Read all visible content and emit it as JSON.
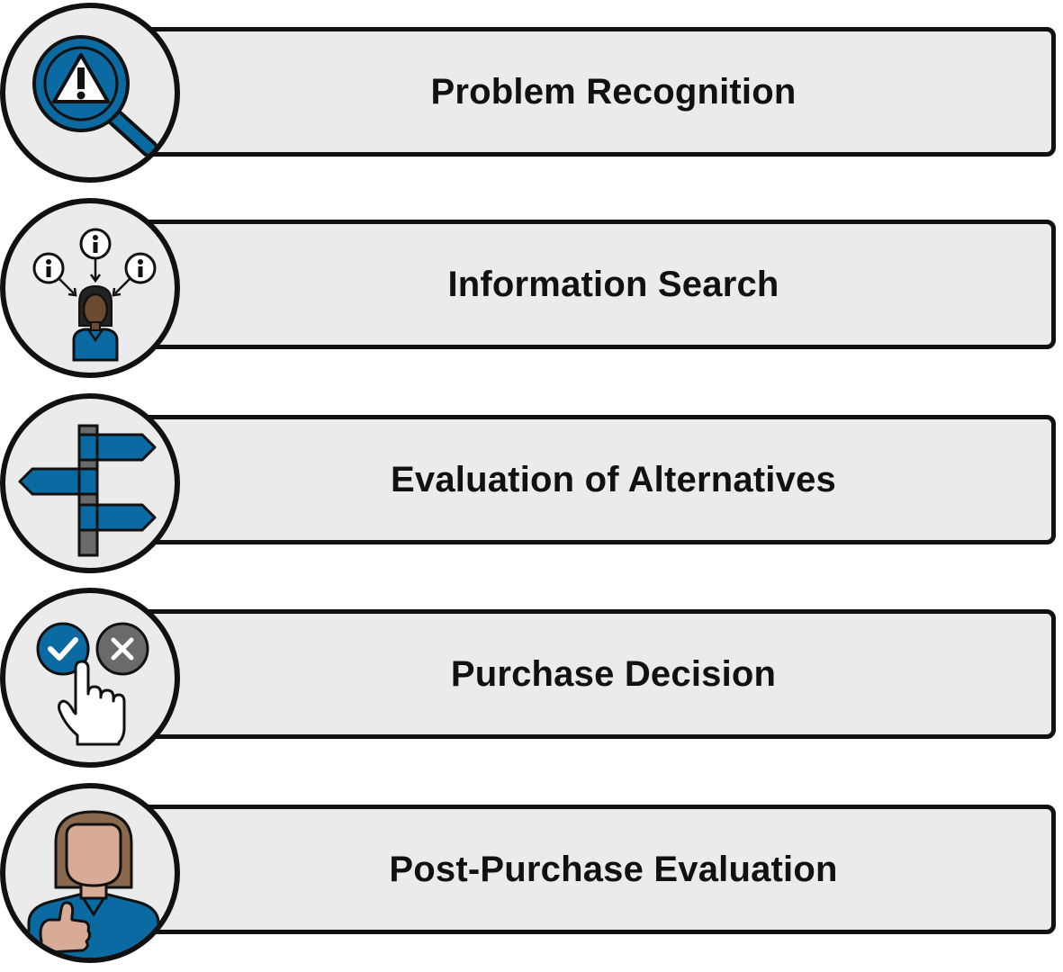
{
  "steps": [
    {
      "label": "Problem Recognition",
      "icon": "magnifier-warning-icon"
    },
    {
      "label": "Information Search",
      "icon": "person-information-icon"
    },
    {
      "label": "Evaluation of Alternatives",
      "icon": "signpost-icon"
    },
    {
      "label": "Purchase Decision",
      "icon": "accept-reject-hand-icon"
    },
    {
      "label": "Post-Purchase Evaluation",
      "icon": "thumbs-up-person-icon"
    }
  ],
  "colors": {
    "accent_blue": "#0a6aa1",
    "bar_fill": "#ebebeb",
    "outline": "#111111",
    "gray_button": "#6a6a6a",
    "skin_dark": "#6b4a32",
    "skin_light": "#d7ab95",
    "hair_brown": "#8a6a4f"
  }
}
